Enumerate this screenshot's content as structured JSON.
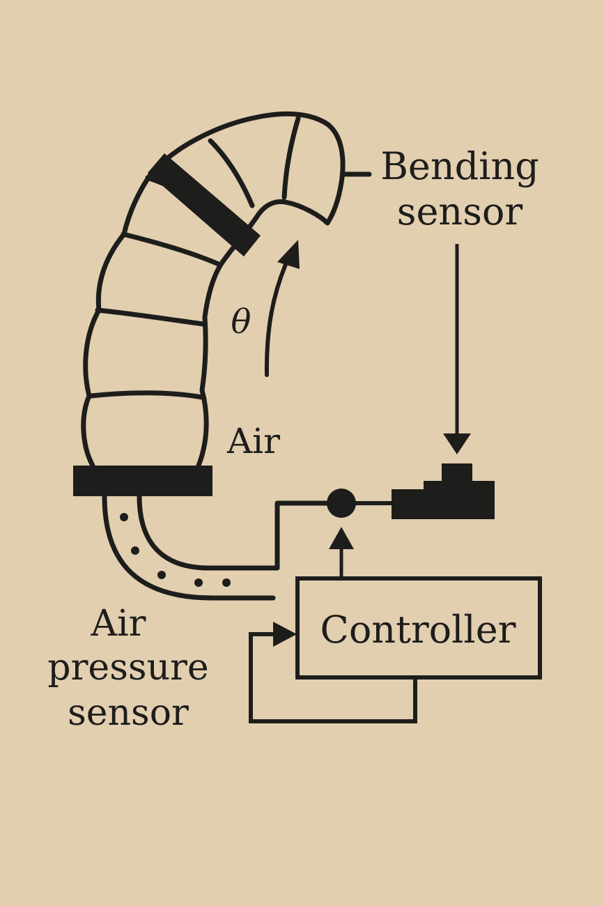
{
  "colors": {
    "background": "#e2cfb0",
    "ink": "#1d1d1b"
  },
  "labels": {
    "bending_sensor_line1": "Bending",
    "bending_sensor_line2": "sensor",
    "theta": "θ",
    "air": "Air",
    "air_pressure_sensor_line1": "Air",
    "air_pressure_sensor_line2": "pressure",
    "air_pressure_sensor_line3": "sensor",
    "controller": "Controller"
  }
}
